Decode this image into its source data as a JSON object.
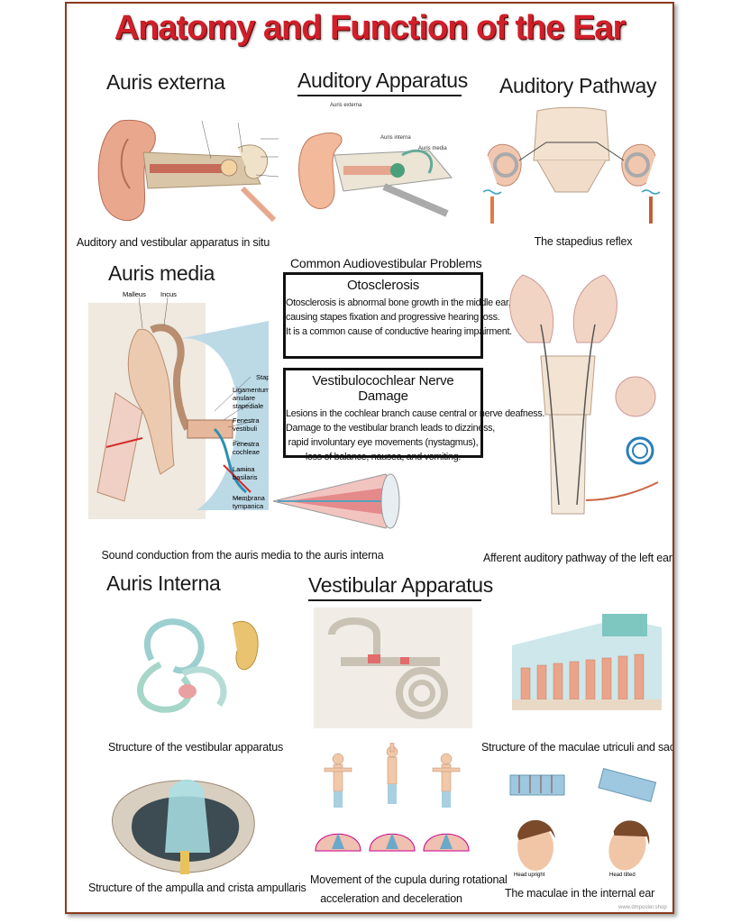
{
  "poster": {
    "title": "Anatomy and Function of the Ear",
    "colors": {
      "title": "#d11f2a",
      "frame": "#8b3a1e",
      "text": "#1a1a1a",
      "tissue": "#e9a88e",
      "bone": "#efe6d6",
      "nerve": "#e8d27a",
      "blue": "#6aa7c9"
    }
  },
  "sections": {
    "auris_externa": {
      "title": "Auris externa",
      "caption": "Auditory and vestibular apparatus in situ",
      "icon": "ear-cross-section-illustration"
    },
    "auditory_apparatus": {
      "title": "Auditory Apparatus",
      "labels": [
        "Auris externa",
        "Auris interna",
        "Auris media"
      ],
      "icon": "ear-apparatus-illustration"
    },
    "auditory_pathway": {
      "title": "Auditory Pathway",
      "caption": "The stapedius reflex",
      "icon": "stapedius-reflex-illustration"
    },
    "auris_media": {
      "title": "Auris media",
      "labels": [
        "Malleus",
        "Incus",
        "Stapes",
        "Ligamentum anulare stapediale",
        "Fenestra vestibuli",
        "Fenestra cochleae",
        "Lamina basilaris",
        "Membrana tympanica"
      ],
      "caption": "Sound conduction from the auris media to the auris interna",
      "icon": "middle-ear-ossicles-illustration"
    },
    "problems": {
      "heading": "Common Audiovestibular Problems",
      "otosclerosis": {
        "title": "Otosclerosis",
        "lines": [
          "Otosclerosis is abnormal bone growth in the middle ear,",
          "causing stapes fixation and progressive hearing loss.",
          "It is a common cause of conductive hearing impairment."
        ]
      },
      "vestibulocochlear": {
        "title": "Vestibulocochlear Nerve Damage",
        "lines": [
          "Lesions in the cochlear branch cause central or nerve deafness.",
          "Damage to the vestibular branch leads to dizziness,",
          "rapid involuntary eye movements (nystagmus),",
          "loss of balance, nausea, and vomiting."
        ]
      }
    },
    "afferent_pathway": {
      "caption": "Afferent auditory pathway of the left ear",
      "icon": "brain-pathway-illustration"
    },
    "auris_interna": {
      "title": "Auris Interna",
      "caption": "Structure of the vestibular apparatus",
      "icon": "vestibular-apparatus-illustration"
    },
    "vestibular_apparatus": {
      "title": "Vestibular Apparatus",
      "icon": "labyrinth-illustration"
    },
    "maculae": {
      "caption": "Structure of the maculae utriculi and sacculi",
      "icon": "macula-hair-cells-illustration"
    },
    "ampulla": {
      "caption": "Structure of the ampulla and crista ampullaris",
      "icon": "ampulla-crista-illustration"
    },
    "cupula": {
      "caption_line1": "Movement of the cupula during rotational",
      "caption_line2": "acceleration and deceleration",
      "icon": "rotating-figures-illustration"
    },
    "maculae_internal": {
      "caption": "The maculae in the internal ear",
      "labels": [
        "Head upright",
        "Head tilted"
      ],
      "icon": "heads-tilt-illustration"
    }
  },
  "watermark": "www.dmposter.shop"
}
